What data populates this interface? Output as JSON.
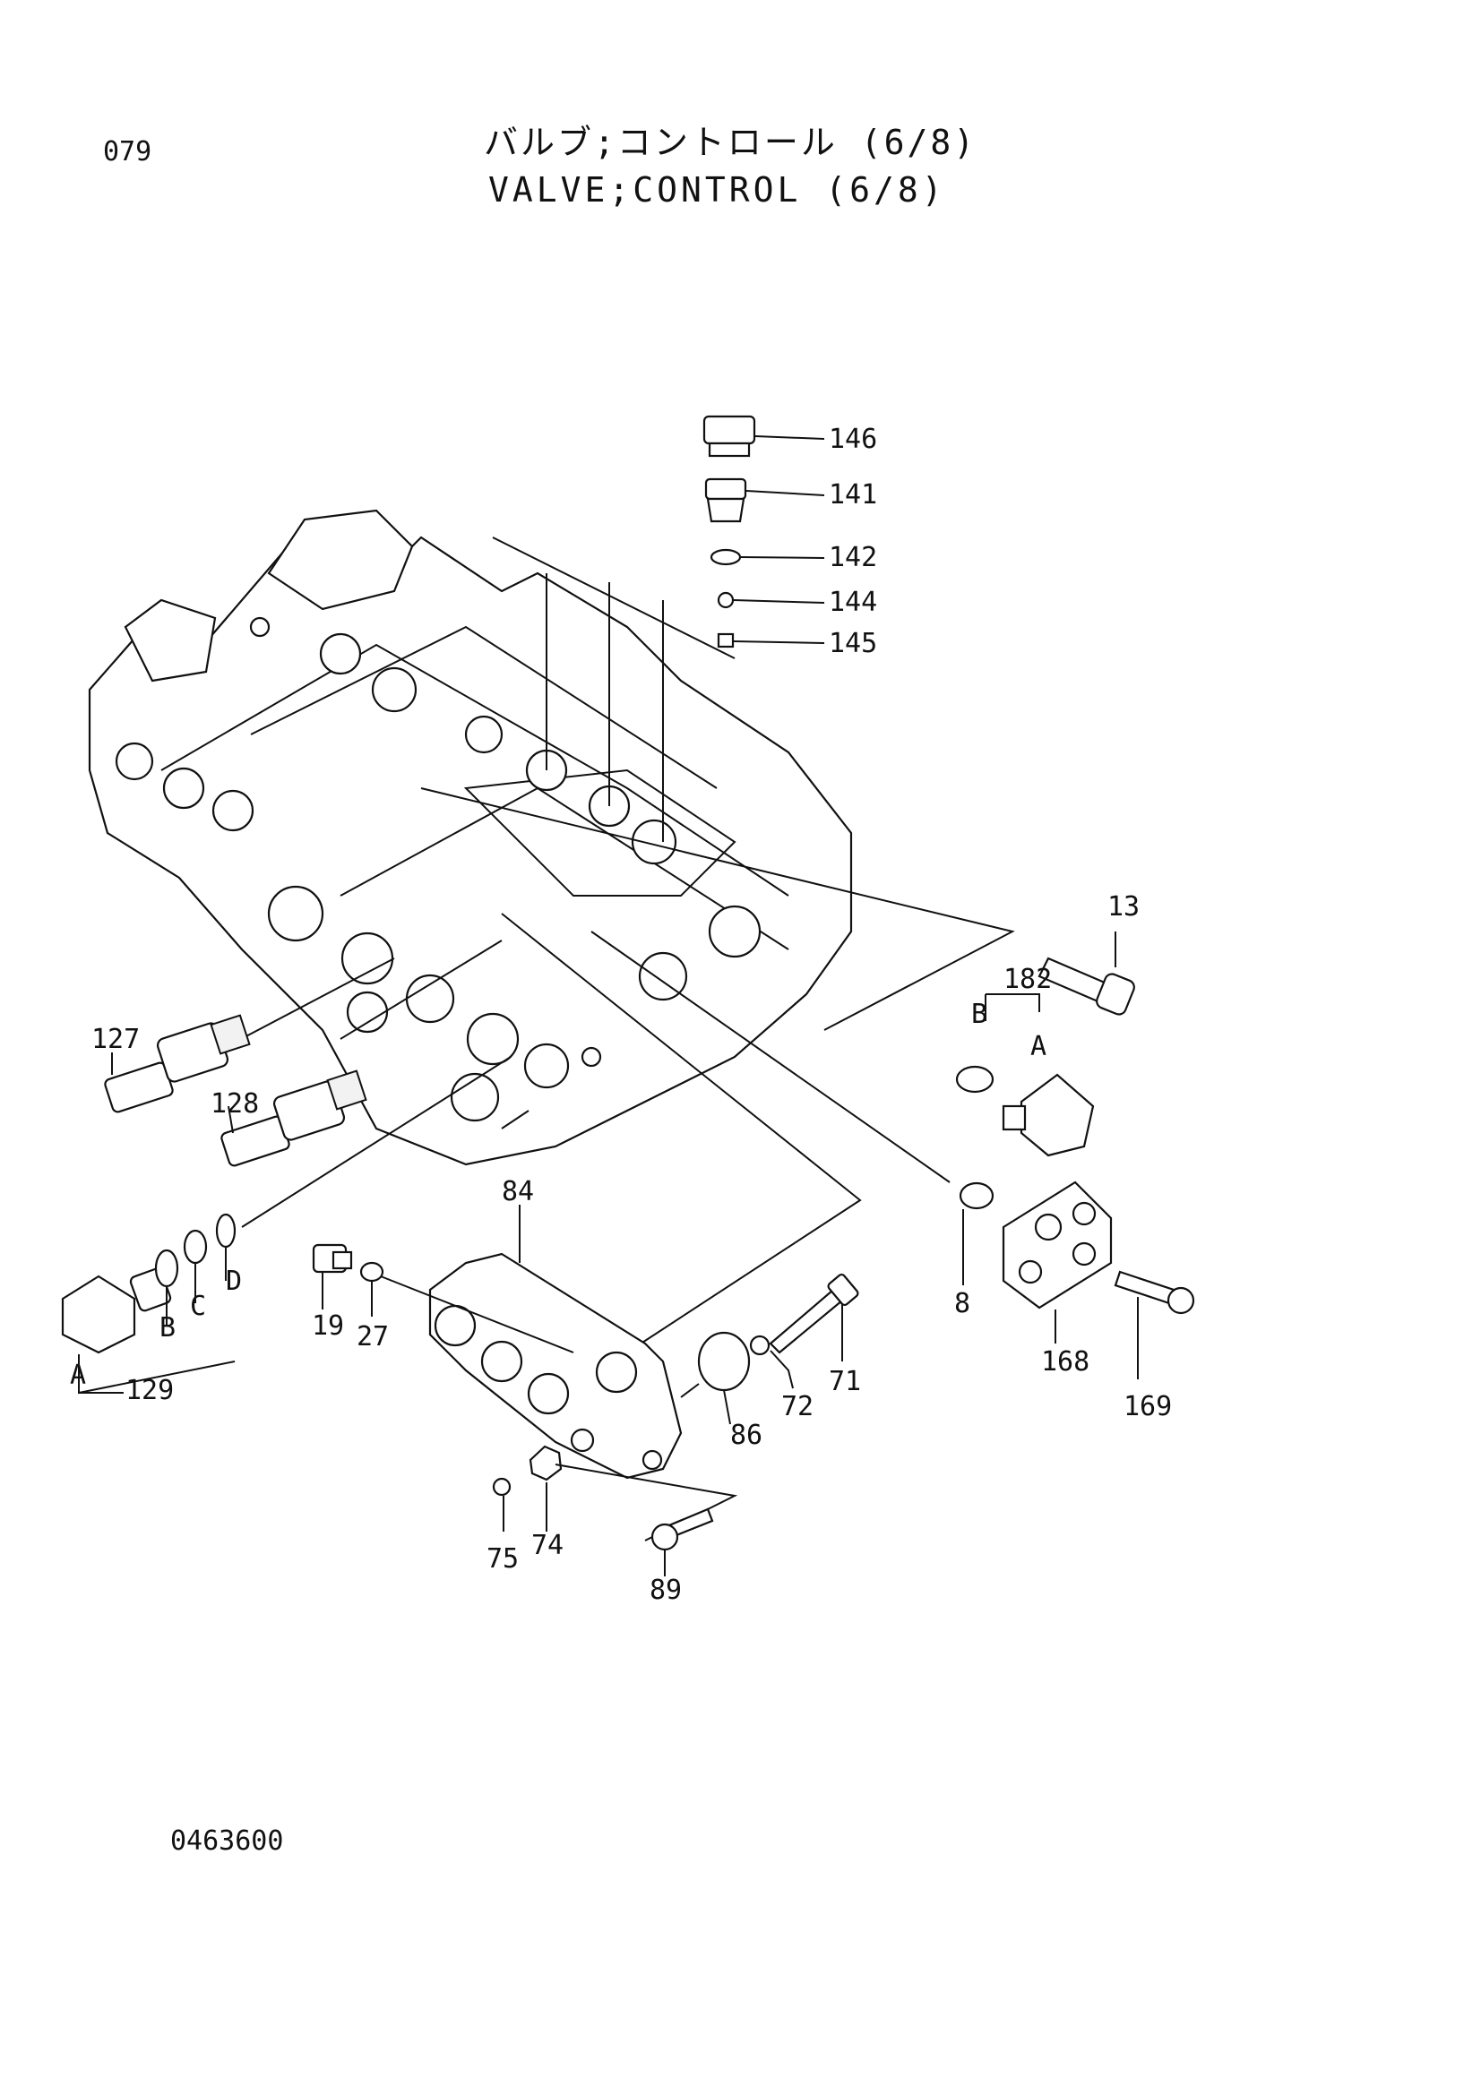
{
  "header": {
    "page_number": "079",
    "title_jp": "バルブ;コントロール (6/8)",
    "title_en": "VALVE;CONTROL (6/8)"
  },
  "footer": {
    "drawing_code": "0463600"
  },
  "callouts": {
    "c146": "146",
    "c141": "141",
    "c142": "142",
    "c144": "144",
    "c145": "145",
    "c13": "13",
    "c182": "182",
    "c182_b": "B",
    "c182_a": "A",
    "c127": "127",
    "c128": "128",
    "c8": "8",
    "c84": "84",
    "c168": "168",
    "c169": "169",
    "c19": "19",
    "c27": "27",
    "c71": "71",
    "c72": "72",
    "c86": "86",
    "c129": "129",
    "c129_a": "A",
    "c129_b": "B",
    "c129_c": "C",
    "c129_d": "D",
    "c74": "74",
    "c75": "75",
    "c89": "89"
  }
}
